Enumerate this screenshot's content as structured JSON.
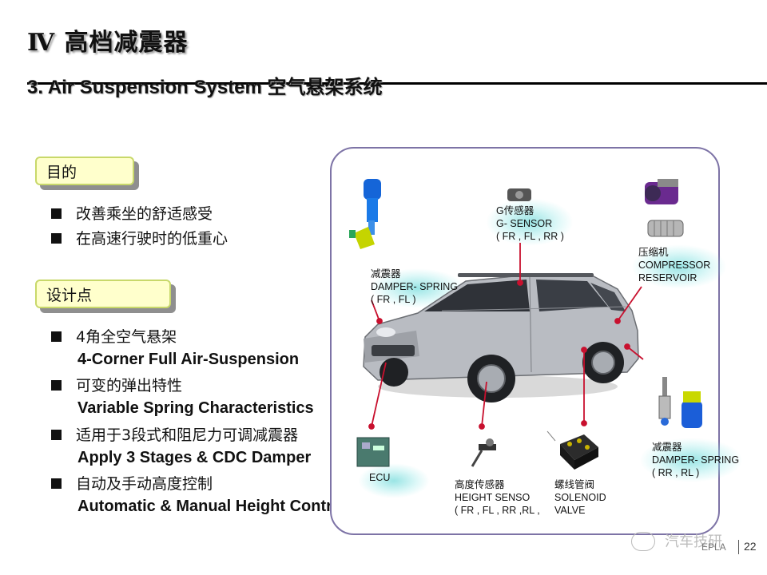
{
  "slide": {
    "title": "Ⅳ  高档减震器",
    "subtitle": "3. Air Suspension System 空气悬架系统"
  },
  "purpose": {
    "tag": "目的",
    "items": [
      "改善乘坐的舒适感受",
      "在高速行驶时的低重心"
    ]
  },
  "design": {
    "tag": "设计点",
    "items": [
      {
        "cn": "4角全空气悬架",
        "en": "4-Corner Full Air-Suspension"
      },
      {
        "cn": "可变的弹出特性",
        "en": "Variable Spring Characteristics"
      },
      {
        "cn": "适用于3段式和阻尼力可调减震器",
        "en": "Apply 3 Stages & CDC Damper"
      },
      {
        "cn": "自动及手动高度控制",
        "en": "Automatic & Manual Height Control"
      }
    ]
  },
  "diagram": {
    "front_damper": {
      "cn": "减震器",
      "en": "DAMPER- SPRING",
      "pos": "( FR , FL )"
    },
    "g_sensor": {
      "cn": "G传感器",
      "en": "G- SENSOR",
      "pos": "( FR , FL , RR )"
    },
    "compressor": {
      "cn": "压缩机",
      "en": "COMPRESSOR",
      "en2": "RESERVOIR"
    },
    "rear_damper": {
      "cn": "减震器",
      "en": "DAMPER- SPRING",
      "pos": "( RR , RL )"
    },
    "ecu": {
      "en": "ECU"
    },
    "height_sensor": {
      "cn": "高度传感器",
      "en": "HEIGHT SENSO",
      "pos": "( FR , FL , RR ,RL ,"
    },
    "solenoid": {
      "cn": "螺线管阀",
      "en": "SOLENOID",
      "en2": "VALVE"
    }
  },
  "footer": {
    "watermark": "汽车技研",
    "page": "22",
    "brand": "EPLA"
  },
  "colors": {
    "accent_line": "#c8102e",
    "panel_border": "#7d73a6",
    "tag_fill": "#ffffcc"
  }
}
